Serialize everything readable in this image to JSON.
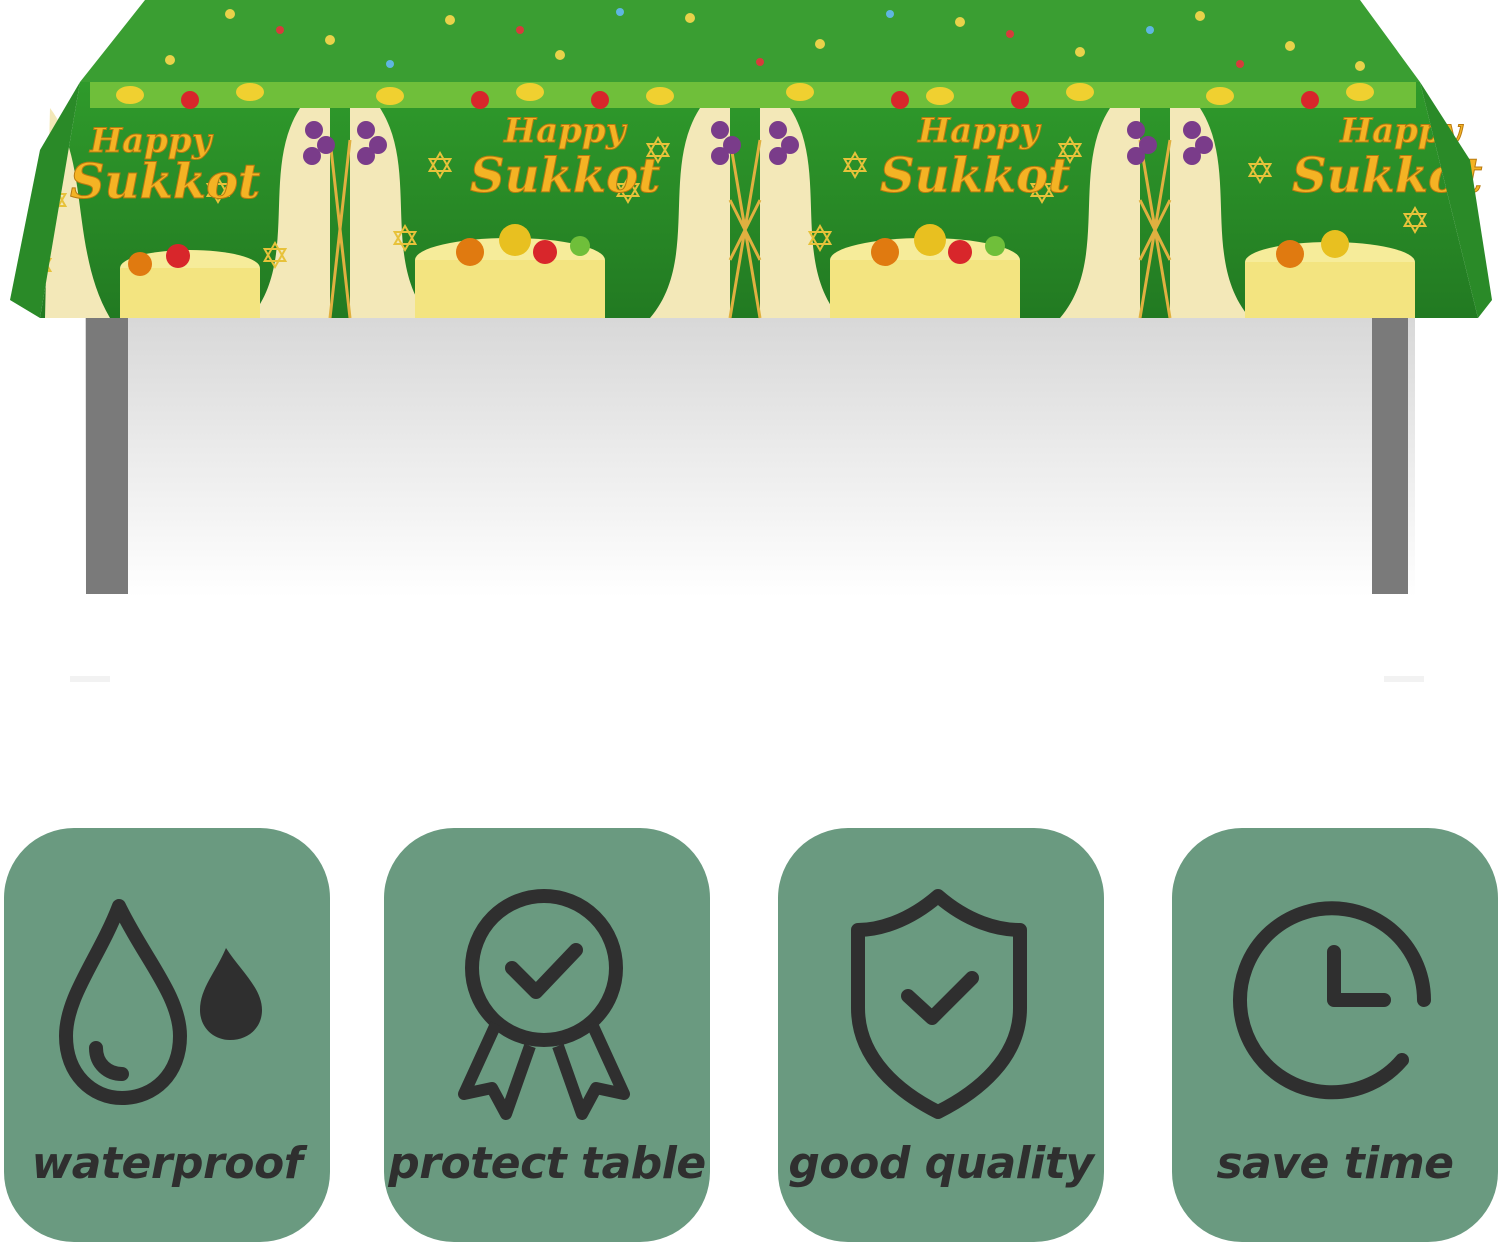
{
  "product": {
    "banner_text_line1": "Happy",
    "banner_text_line2": "Sukkot"
  },
  "colors": {
    "cloth_green": "#2e8b2a",
    "card_green": "#6a9a80",
    "icon_dark": "#2f2f2f",
    "table_leg": "#7a7a7a"
  },
  "features": [
    {
      "icon": "water-drop-icon",
      "label": "waterproof"
    },
    {
      "icon": "award-ribbon-icon",
      "label": "protect table"
    },
    {
      "icon": "shield-check-icon",
      "label": "good quality"
    },
    {
      "icon": "clock-icon",
      "label": "save time"
    }
  ]
}
